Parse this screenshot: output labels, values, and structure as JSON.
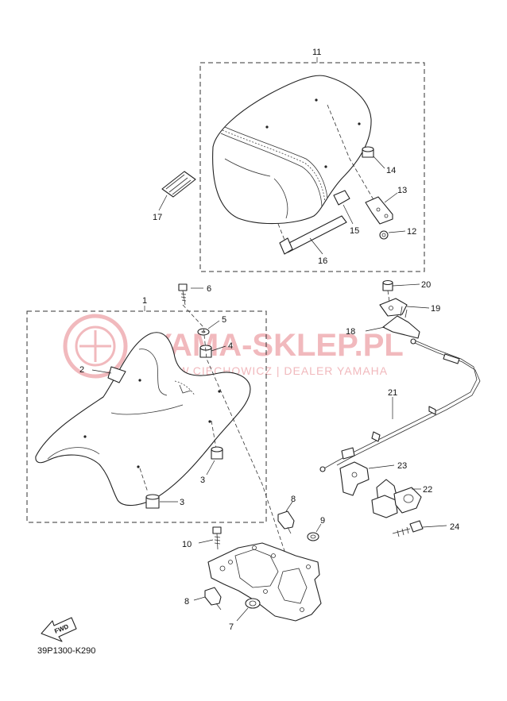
{
  "watermark": {
    "title": "YAMA-SKLEP.PL",
    "subtitle": "WWW.CIECHOWICZ | DEALER YAMAHA"
  },
  "diagram_code": "39P1300-K290",
  "fwd_label": "FWD",
  "callouts": {
    "c1": "1",
    "c2": "2",
    "c3a": "3",
    "c3b": "3",
    "c4": "4",
    "c5": "5",
    "c6": "6",
    "c7": "7",
    "c8a": "8",
    "c8b": "8",
    "c9": "9",
    "c10": "10",
    "c11": "11",
    "c12": "12",
    "c13": "13",
    "c14": "14",
    "c15": "15",
    "c16": "16",
    "c17": "17",
    "c18": "18",
    "c19": "19",
    "c20": "20",
    "c21": "21",
    "c22": "22",
    "c23": "23",
    "c24": "24"
  },
  "colors": {
    "line": "#222222",
    "watermark": "#f1b9bd"
  }
}
